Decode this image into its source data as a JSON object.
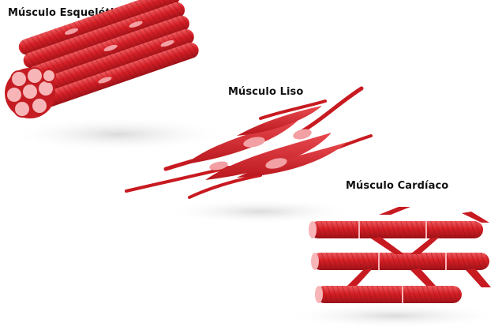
{
  "labels": {
    "skeletal": "Músculo Esquelético",
    "smooth": "Músculo Liso",
    "cardiac": "Músculo Cardíaco"
  },
  "colors": {
    "muscle": "#d61f26",
    "muscle_dark": "#a8141a",
    "muscle_light": "#ef6a6a",
    "nucleus": "#f2a0a4",
    "cross_section": "#f7b5b8",
    "shadow": "#c9c9c9",
    "background": "#ffffff"
  }
}
